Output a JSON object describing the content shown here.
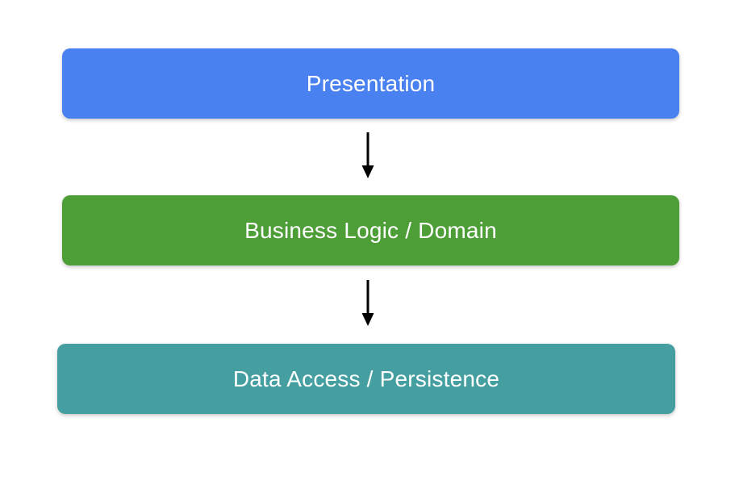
{
  "diagram": {
    "background_color": "#FFFFFF",
    "text_color": "#FFFFFF",
    "arrow_color": "#000000",
    "layers": [
      {
        "label": "Presentation",
        "color": "#4A81F0"
      },
      {
        "label": "Business Logic / Domain",
        "color": "#4E9E38"
      },
      {
        "label": "Data Access / Persistence",
        "color": "#459FA1"
      }
    ],
    "arrows": [
      {
        "icon": "arrow-down-icon",
        "from": "Presentation",
        "to": "Business Logic / Domain"
      },
      {
        "icon": "arrow-down-icon",
        "from": "Business Logic / Domain",
        "to": "Data Access / Persistence"
      }
    ]
  }
}
